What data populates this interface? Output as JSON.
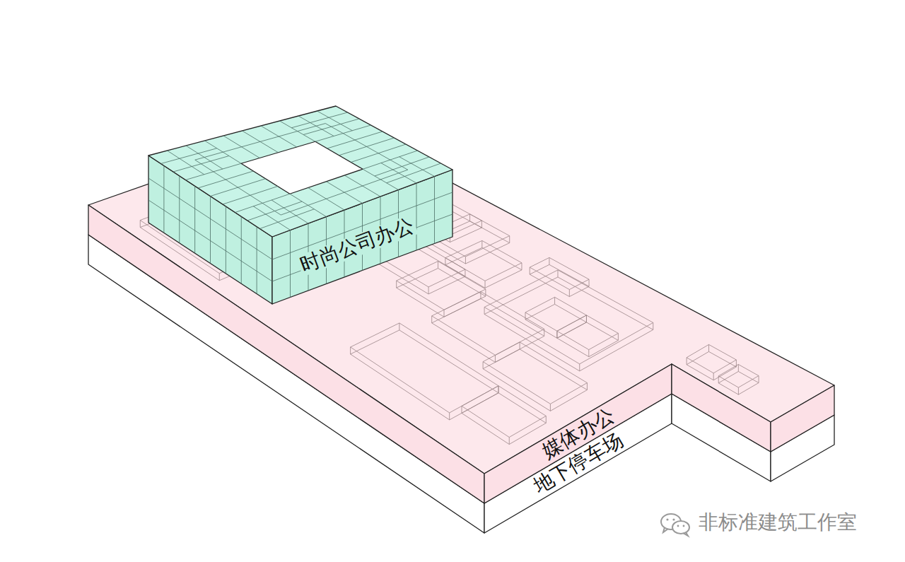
{
  "diagram": {
    "nodes": [
      {
        "text": [
          "时尚公司办公"
        ]
      },
      {
        "text": [
          "媒体办公"
        ]
      },
      {
        "text": [
          "地下停车场"
        ]
      }
    ],
    "labels": [
      "非标准建筑工作室"
    ]
  }
}
